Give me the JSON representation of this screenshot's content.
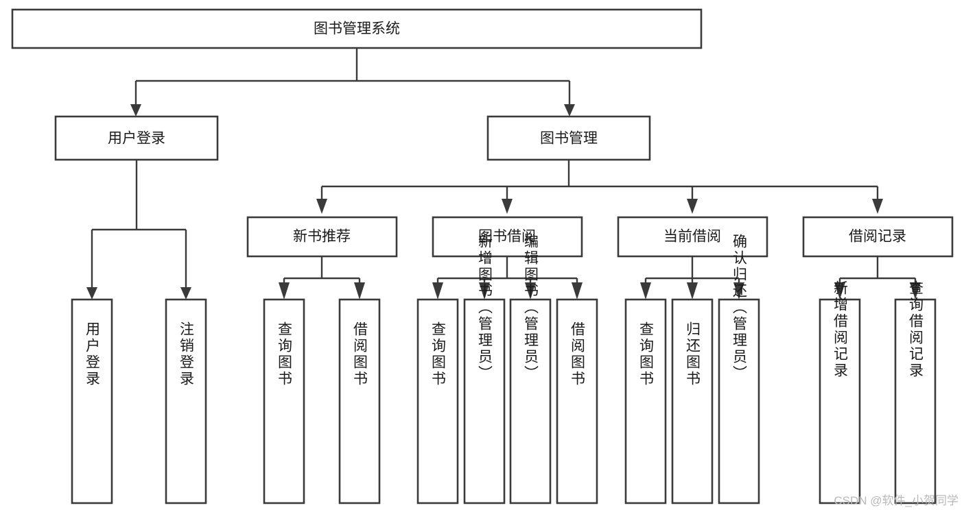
{
  "diagram": {
    "type": "tree",
    "title": "图书管理系统",
    "orientation": "top-down",
    "root": {
      "label": "图书管理系统"
    },
    "level2": [
      {
        "label": "用户登录"
      },
      {
        "label": "图书管理"
      }
    ],
    "level3": [
      {
        "label": "新书推荐"
      },
      {
        "label": "图书借阅"
      },
      {
        "label": "当前借阅"
      },
      {
        "label": "借阅记录"
      }
    ],
    "leaves": {
      "user_login": [
        {
          "label": "用户登录"
        },
        {
          "label": "注销登录"
        }
      ],
      "new_book_recommend": [
        {
          "label": "查询图书"
        },
        {
          "label": "借阅图书"
        }
      ],
      "book_borrow": [
        {
          "label": "查询图书"
        },
        {
          "label": "新增图书（管理员）"
        },
        {
          "label": "编辑图书（管理员）"
        },
        {
          "label": "借阅图书"
        }
      ],
      "current_borrow": [
        {
          "label": "查询图书"
        },
        {
          "label": "归还图书"
        },
        {
          "label": "确认归还（管理员）"
        }
      ],
      "borrow_record": [
        {
          "label": "新增借阅记录"
        },
        {
          "label": "查询借阅记录"
        }
      ]
    }
  },
  "watermark": {
    "text": "CSDN @软件_小贺同学"
  },
  "colors": {
    "box_stroke": "#3a3a3a",
    "box_fill": "#ffffff",
    "text": "#1a1a1a",
    "watermark": "#b9b9b9",
    "background": "#ffffff"
  }
}
